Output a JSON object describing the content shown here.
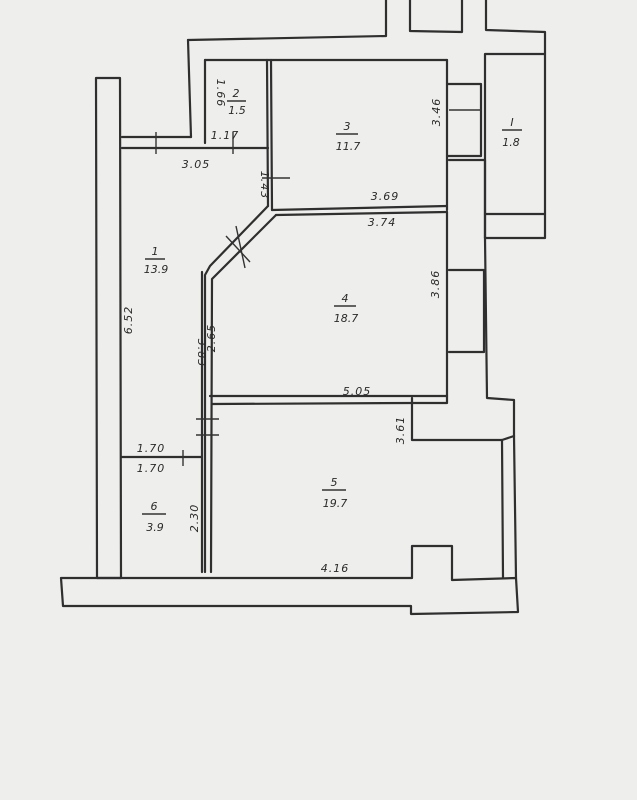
{
  "rooms": [
    {
      "number": "1",
      "area": "13.9"
    },
    {
      "number": "2",
      "area": "1.5"
    },
    {
      "number": "3",
      "area": "11.7"
    },
    {
      "number": "4",
      "area": "18.7"
    },
    {
      "number": "5",
      "area": "19.7"
    },
    {
      "number": "6",
      "area": "3.9"
    },
    {
      "number": "I",
      "area": "1.8"
    }
  ],
  "dimensions": {
    "room1_top": "3.05",
    "left_wall": "6.52",
    "room2_height": "1.66",
    "room2_width": "1.17",
    "room1_notch": "1.43",
    "room3_right": "3.46",
    "room3_bottom": "3.69",
    "room4_top": "3.74",
    "room4_right": "3.86",
    "room4_left_outer": "3.83",
    "room4_left_inner": "2.65",
    "room4_bottom": "5.05",
    "room5_notch": "3.61",
    "room6_top_a": "1.70",
    "room6_top_b": "1.70",
    "room6_right": "2.30",
    "room5_bottom": "4.16"
  }
}
